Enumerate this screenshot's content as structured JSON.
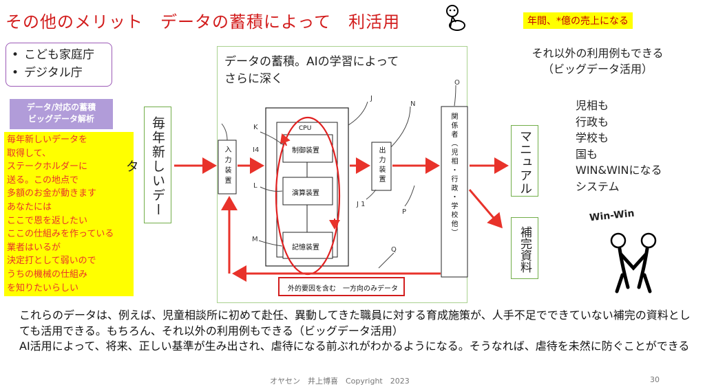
{
  "title": "その他のメリット　データの蓄積によって　利活用",
  "revenue_note": "年間、*億の売上になる",
  "orgs": [
    "こども家庭庁",
    "デジタル庁"
  ],
  "purple_label": [
    "データ/対応の蓄積",
    "ビッグデータ解析"
  ],
  "yellow_lines": [
    "毎年新しいデータを",
    "取得して、",
    "ステークホルダーに",
    "送る。この地点で",
    "多額のお金が動きます",
    "あなたには",
    "ここで恩を返したい",
    "ここの仕組みを作っている",
    "業者はいるが",
    "決定打として弱いので",
    "うちの機械の仕組み",
    "を知りたいらしい"
  ],
  "every_year": "毎年新しいデータ",
  "frame_text": [
    "データの蓄積。AIの学習によって",
    "さらに深く"
  ],
  "diagram": {
    "input": "入力装置",
    "cpu": "CPU",
    "control": "制御装置",
    "arith": "演算装置",
    "memory": "記憶装置",
    "output": "出力装置",
    "related": "関係者（児相・行政・学校他）",
    "bottom_box": "外的要因を含む　一方向のみデータ",
    "labels": {
      "K": "K",
      "I4": "I4",
      "L": "L",
      "M": "M",
      "J": "J",
      "N": "N",
      "O": "O",
      "J1": "J 1",
      "P": "P",
      "Q": "Q"
    }
  },
  "right_text1": [
    "それ以外の利用例もできる",
    "（ビッグデータ活用）"
  ],
  "right_text2": [
    "児相も",
    "行政も",
    "学校も",
    "国も",
    "WIN&WINになる",
    "システム"
  ],
  "manual": "マニュアル",
  "supplement": "補完資料",
  "winwin": "Win-Win",
  "bottom_lines": [
    "これらのデータは、例えば、児童相談所に初めて赴任、異動してきた職員に対する育成施策が、人手不足でできていない補完の資料としても活用できる。もちろん、それ以外の利用例もできる（ビッグデータ活用）",
    "AI活用によって、将来、正しい基準が生み出され、虐待になる前ぶれがわかるようになる。そうなれば、虐待を未然に防ぐことができる"
  ],
  "footer": "オヤセン　井上博喜　Copyright　2023",
  "page_number": "30",
  "colors": {
    "accent_red": "#e8322a",
    "title_red": "#d21c1c",
    "yellow": "#ffff00",
    "purple": "#b19cd9"
  }
}
